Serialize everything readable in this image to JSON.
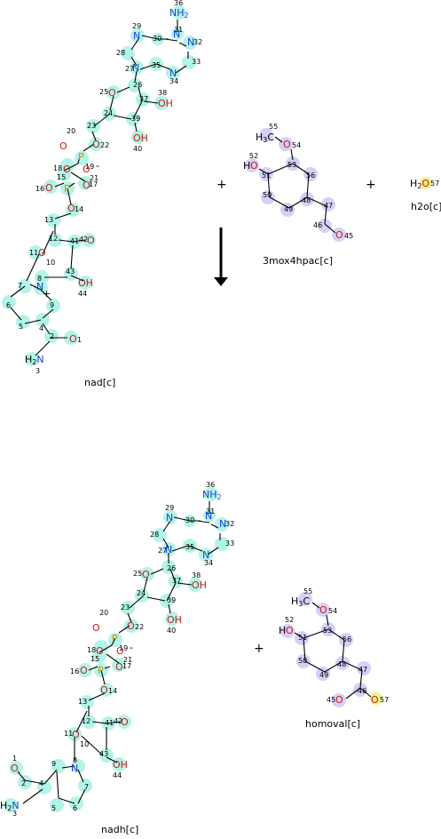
{
  "reaction": {
    "reactants": [
      {
        "id": "nad",
        "label": "nad[c]"
      },
      {
        "id": "3mox4hpac",
        "label": "3mox4hpac[c]"
      },
      {
        "id": "h2o",
        "label": "h2o[c]"
      }
    ],
    "products": [
      {
        "id": "nadh",
        "label": "nadh[c]"
      },
      {
        "id": "homoval",
        "label": "homoval[c]"
      }
    ],
    "plus_sign": "+"
  },
  "atom_labels": {
    "nh2": "NH",
    "two": "2",
    "three": "3",
    "h3c": "H",
    "c": "C",
    "ho": "HO",
    "h": "H",
    "o": "O",
    "oh": "OH",
    "n": "N",
    "p": "P",
    "minus": "-",
    "plus": "+"
  },
  "colors": {
    "cyan_highlight": "#9ff2e2",
    "lavender_highlight": "#cfcdf6",
    "yellow_highlight": "#f2f28a",
    "nitrogen": "#1a3fd6",
    "oxygen": "#d01818",
    "phosphorus": "#d08a00"
  }
}
